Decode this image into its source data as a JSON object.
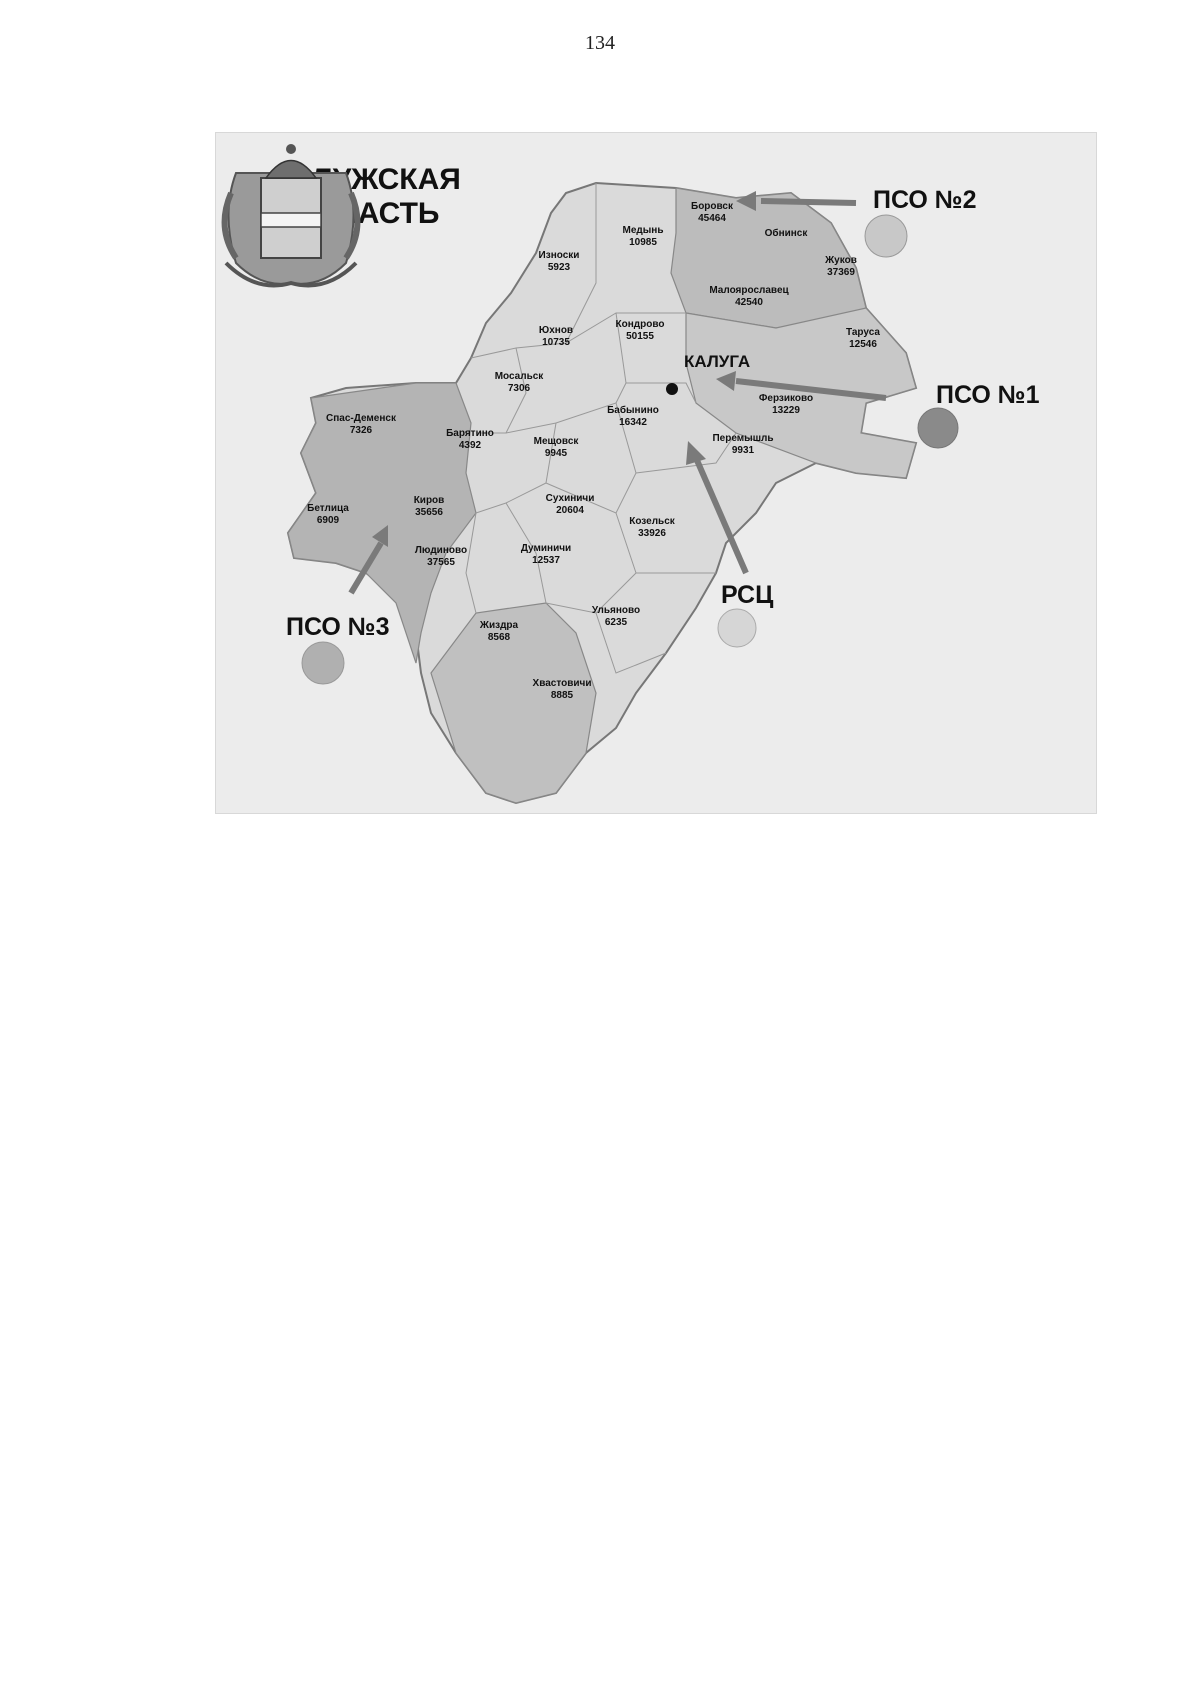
{
  "page_number": "134",
  "map": {
    "title_line1": "КАЛУЖСКАЯ",
    "title_line2": "ОБЛАСТЬ",
    "center_city": "КАЛУГА",
    "districts": [
      {
        "name": "Боровск",
        "value": "45464"
      },
      {
        "name": "Медынь",
        "value": "10985"
      },
      {
        "name": "Износки",
        "value": "5923"
      },
      {
        "name": "Обнинск",
        "value": ""
      },
      {
        "name": "Жуков",
        "value": "37369"
      },
      {
        "name": "Малоярославец",
        "value": "42540"
      },
      {
        "name": "Юхнов",
        "value": "10735"
      },
      {
        "name": "Кондрово",
        "value": "50155"
      },
      {
        "name": "Таруса",
        "value": "12546"
      },
      {
        "name": "Мосальск",
        "value": "7306"
      },
      {
        "name": "Ферзиково",
        "value": "13229"
      },
      {
        "name": "Спас-Деменск",
        "value": "7326"
      },
      {
        "name": "Барятино",
        "value": "4392"
      },
      {
        "name": "Бабынино",
        "value": "16342"
      },
      {
        "name": "Мещовск",
        "value": "9945"
      },
      {
        "name": "Перемышль",
        "value": "9931"
      },
      {
        "name": "Бетлица",
        "value": "6909"
      },
      {
        "name": "Киров",
        "value": "35656"
      },
      {
        "name": "Сухиничи",
        "value": "20604"
      },
      {
        "name": "Козельск",
        "value": "33926"
      },
      {
        "name": "Людиново",
        "value": "37565"
      },
      {
        "name": "Думиничи",
        "value": "12537"
      },
      {
        "name": "Ульяново",
        "value": "6235"
      },
      {
        "name": "Жиздра",
        "value": "8568"
      },
      {
        "name": "Хвастовичи",
        "value": "8885"
      }
    ],
    "callouts": [
      {
        "label": "ПСО №2",
        "marker_color": "#c8c8c8"
      },
      {
        "label": "ПСО №1",
        "marker_color": "#8a8a8a"
      },
      {
        "label": "РСЦ",
        "marker_color": "#d6d6d6"
      },
      {
        "label": "ПСО №3",
        "marker_color": "#b0b0b0"
      }
    ],
    "colors": {
      "region_light": "#dadada",
      "region_mid": "#c4c4c4",
      "region_dark": "#a8a8a8",
      "arrow": "#7a7a7a",
      "city_dot": "#111111"
    }
  }
}
